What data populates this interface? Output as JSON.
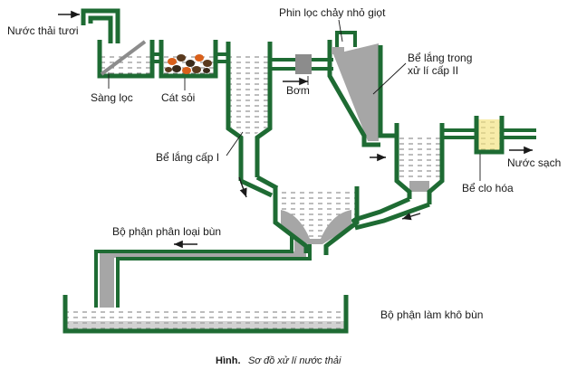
{
  "labels": {
    "inflow": "Nước thải tươi",
    "screening": "Sàng lọc",
    "gravel": "Cát sỏi",
    "drip_filter": "Phin lọc chảy nhỏ giọt",
    "pump": "Bơm",
    "secondary_tank_line1": "Bể lắng trong",
    "secondary_tank_line2": "xử lí cấp II",
    "primary_tank": "Bể lắng cấp I",
    "clean_water": "Nước sạch",
    "chlorination": "Bể clo hóa",
    "sludge_sorting": "Bộ phận phân loại bùn",
    "sludge_drying": "Bộ phận làm khô bùn"
  },
  "caption": {
    "label": "Hình.",
    "text": "Sơ đồ xử lí nước thải"
  },
  "colors": {
    "pipe": "#1e6b33",
    "water": "#ffffff",
    "sludge": "#a6a6a6",
    "gravel": "#5a3a1e",
    "gravel_accent": "#d9601b",
    "chlorine": "#f2e27a",
    "pump": "#8c8c8c",
    "text": "#1a1a1a"
  }
}
